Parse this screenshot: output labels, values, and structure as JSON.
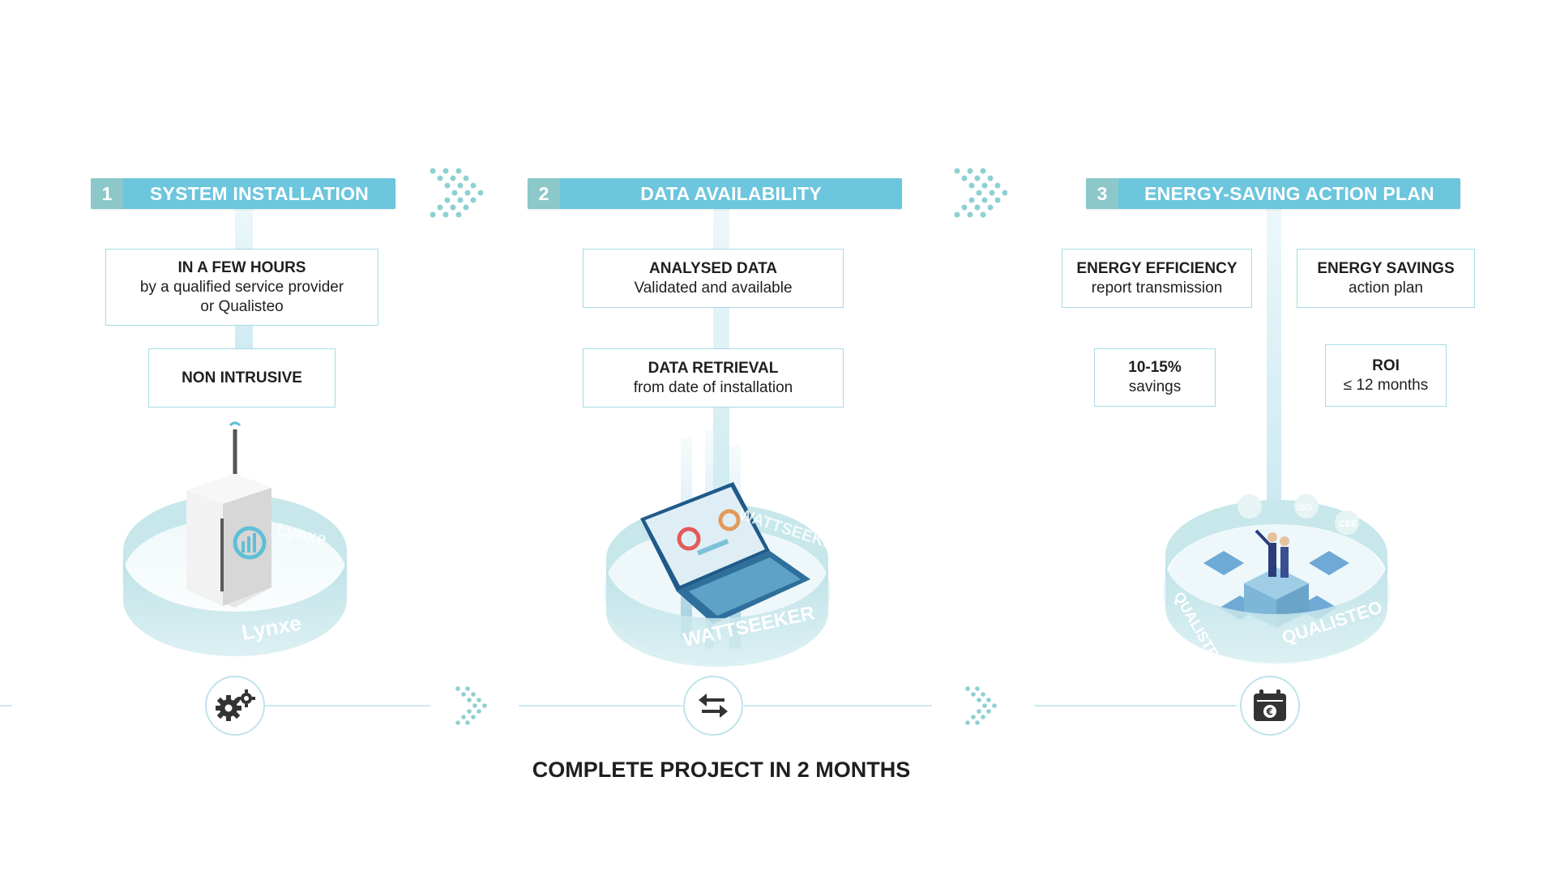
{
  "steps": [
    {
      "number": "1",
      "title": "SYSTEM INSTALLATION"
    },
    {
      "number": "2",
      "title": "DATA AVAILABILITY"
    },
    {
      "number": "3",
      "title": "ENERGY-SAVING ACTION PLAN"
    }
  ],
  "step1": {
    "box1": {
      "heading": "IN A FEW HOURS",
      "line1": "by a qualified service provider",
      "line2": "or Qualisteo"
    },
    "box2": {
      "heading": "NON INTRUSIVE"
    },
    "ring_text": [
      "Lynxe",
      "Lynxe"
    ]
  },
  "step2": {
    "box1": {
      "heading": "ANALYSED DATA",
      "line1": "Validated and available"
    },
    "box2": {
      "heading": "DATA RETRIEVAL",
      "line1": "from date of installation"
    },
    "ring_text": [
      "WATTSEEKER",
      "WATTSEEKER"
    ]
  },
  "step3": {
    "box1": {
      "heading": "ENERGY EFFICIENCY",
      "line1": "report transmission"
    },
    "box2": {
      "heading": "ENERGY SAVINGS",
      "line1": "action plan"
    },
    "box3": {
      "heading": "10-15%",
      "line1": "savings"
    },
    "box4": {
      "heading": "ROI",
      "line1": "≤ 12 months"
    },
    "ring_text": [
      "QUALISTEO",
      "QUALISTEO",
      "ISO",
      "CEE"
    ]
  },
  "timeline": {
    "icons": [
      "gears-icon",
      "arrows-exchange-icon",
      "calendar-euro-icon"
    ]
  },
  "footer": "COMPLETE PROJECT IN 2 MONTHS",
  "colors": {
    "header": "#6cc6dd",
    "number_tab": "#8cc8c9",
    "box_border": "#a8dbe5",
    "ring": "#bfe3e6",
    "chevron": "#8fd0d2"
  }
}
